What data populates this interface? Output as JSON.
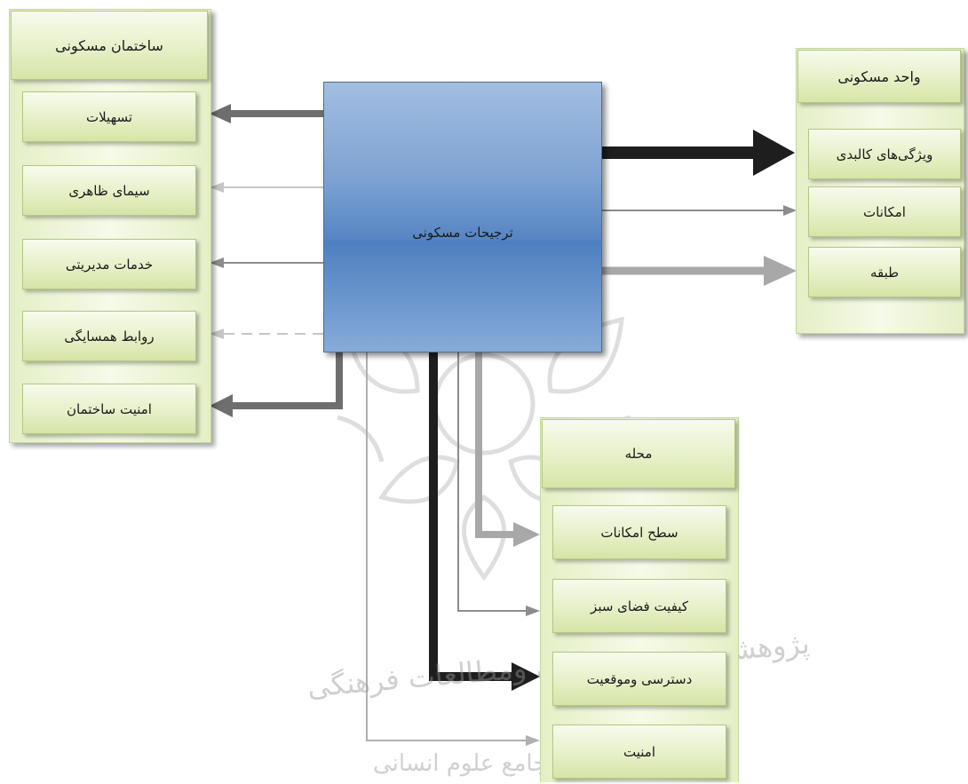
{
  "left_panel": {
    "title": "ساختمان مسکونی",
    "items": [
      "تسهیلات",
      "سیمای ظاهری",
      "خدمات مدیریتی",
      "روابط همسایگی",
      "امنیت ساختمان"
    ]
  },
  "right_panel": {
    "title": "واحد مسکونی",
    "items": [
      "ویژگی‌های کالبدی",
      "امکانات",
      "طبقه"
    ]
  },
  "bottom_panel": {
    "title": "محله",
    "items": [
      "سطح امکانات",
      "کیفیت فضای سبز",
      "دسترسی وموقعیت",
      "امنیت"
    ]
  },
  "center": {
    "label": "ترجیحات مسکونی"
  },
  "watermark": {
    "line1": "پژوهشگاه علوم انسانی ومطالعات فرهنگی",
    "line2": "پرتال جامع علوم انسانی"
  },
  "colors": {
    "dark": "#1e1e1e",
    "mid_dark": "#6e6e6e",
    "mid": "#8c8c8c",
    "light": "#b8b8b8",
    "lighter": "#c8c8c8",
    "watermark": "#bdbdbd"
  }
}
